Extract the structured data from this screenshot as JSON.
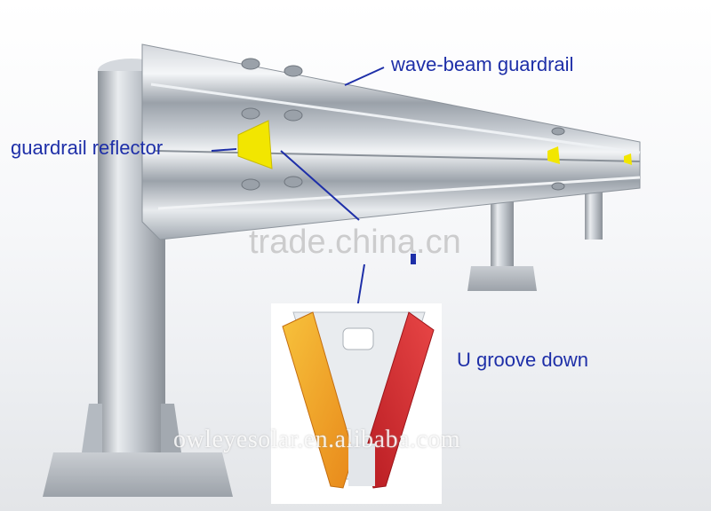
{
  "labels": {
    "wave_beam": "wave-beam guardrail",
    "reflector": "guardrail reflector",
    "u_groove": "U groove down"
  },
  "watermarks": {
    "trade": "trade.china.cn",
    "site": "owleyesolar.en.alibaba.com"
  },
  "colors": {
    "label_text": "#1e2fa8",
    "reflector_yellow": "#f2e600",
    "reflector_orange": "#f5a21e",
    "reflector_red": "#d9282e",
    "steel": "#b8bec6"
  }
}
